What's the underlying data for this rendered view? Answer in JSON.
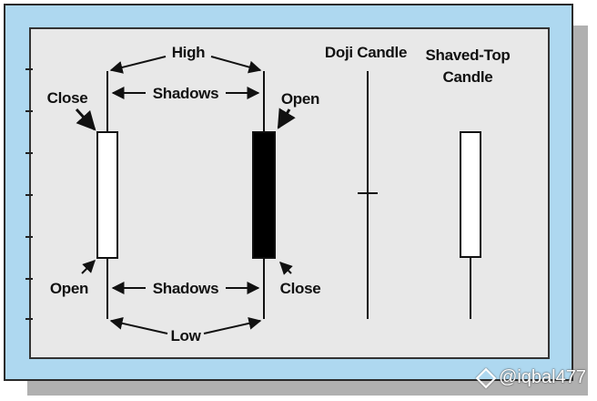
{
  "labels": {
    "high": "High",
    "low": "Low",
    "shadows_top": "Shadows",
    "shadows_bottom": "Shadows",
    "close_left": "Close",
    "open_left": "Open",
    "open_right": "Open",
    "close_right": "Close",
    "doji_title": "Doji Candle",
    "shaved_title_line1": "Shaved-Top",
    "shaved_title_line2": "Candle"
  },
  "watermark": "@iqbal477",
  "colors": {
    "frame_blue": "#aed8f0",
    "panel_gray": "#e8e8e8",
    "bullish_body": "#ffffff",
    "bearish_body": "#000000"
  }
}
